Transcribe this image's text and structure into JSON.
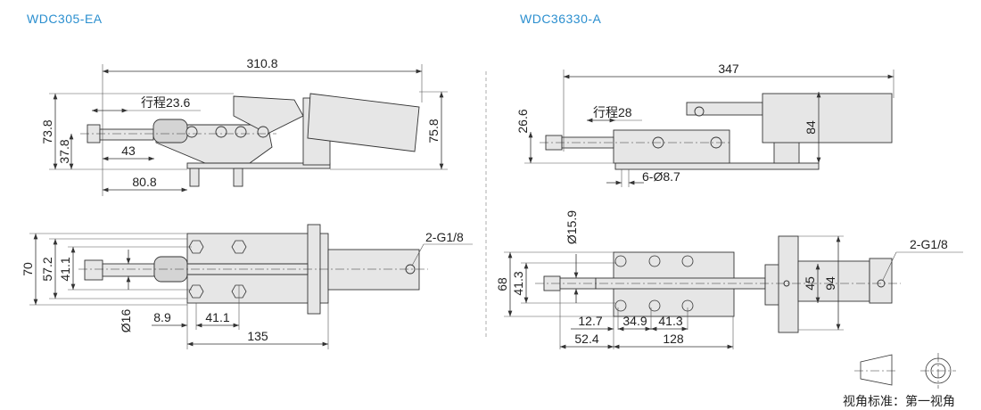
{
  "models": [
    {
      "title": "WDC305-EA",
      "side_view": {
        "overall_length": "310.8",
        "height_total": "73.8",
        "height_center": "37.8",
        "height_cylinder": "75.8",
        "stroke": "行程23.6",
        "rod_length": "43",
        "base_offset": "80.8"
      },
      "top_view": {
        "width": "70",
        "width_inner": "57.2",
        "hole_spacing_y": "41.1",
        "rod_diameter": "Ø16",
        "offset": "8.9",
        "hole_spacing_x": "41.1",
        "base_length": "135",
        "port": "2-G1/8"
      }
    },
    {
      "title": "WDC36330-A",
      "side_view": {
        "overall_length": "347",
        "height_center": "26.6",
        "stroke": "行程28",
        "height_cylinder": "84",
        "holes": "6-Ø8.7"
      },
      "top_view": {
        "rod_diameter": "Ø15.9",
        "width": "68",
        "hole_spacing_y": "41.3",
        "offset_a": "12.7",
        "hole_spacing_x1": "34.9",
        "hole_spacing_x2": "41.3",
        "offset_b": "52.4",
        "base_length": "128",
        "cyl_width": "45",
        "mount_width": "94",
        "port": "2-G1/8"
      }
    }
  ],
  "legend": {
    "label": "视角标准：第一视角"
  }
}
